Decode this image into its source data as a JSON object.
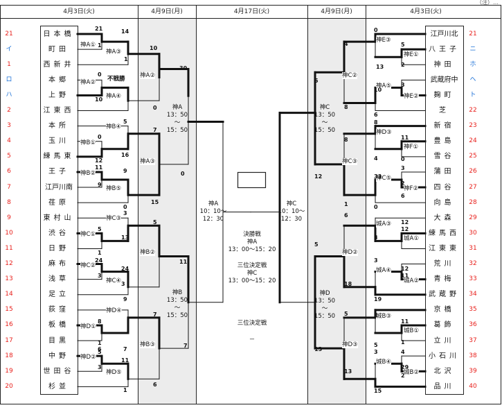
{
  "top_note": "（注）…",
  "headers": {
    "left_r1": "4月3日(火)",
    "left_r2": "4月9日(月)",
    "center": "4月17日(火)",
    "right_r2": "4月9日(月)",
    "right_r1": "4月3日(火)"
  },
  "left_teams": [
    {
      "seed": "21",
      "name": "日本橋"
    },
    {
      "seed": "イ",
      "name": "町田"
    },
    {
      "seed": "1",
      "name": "西新井"
    },
    {
      "seed": "ロ",
      "name": "本郷"
    },
    {
      "seed": "ハ",
      "name": "上野"
    },
    {
      "seed": "2",
      "name": "江東西"
    },
    {
      "seed": "3",
      "name": "本所"
    },
    {
      "seed": "4",
      "name": "玉川"
    },
    {
      "seed": "5",
      "name": "練馬東"
    },
    {
      "seed": "6",
      "name": "王子"
    },
    {
      "seed": "7",
      "name": "江戸川南"
    },
    {
      "seed": "8",
      "name": "荏原"
    },
    {
      "seed": "9",
      "name": "東村山"
    },
    {
      "seed": "10",
      "name": "渋谷"
    },
    {
      "seed": "11",
      "name": "日野"
    },
    {
      "seed": "12",
      "name": "麻布"
    },
    {
      "seed": "13",
      "name": "浅草"
    },
    {
      "seed": "14",
      "name": "足立"
    },
    {
      "seed": "15",
      "name": "荻窪"
    },
    {
      "seed": "16",
      "name": "板橋"
    },
    {
      "seed": "17",
      "name": "目黒"
    },
    {
      "seed": "18",
      "name": "中野"
    },
    {
      "seed": "19",
      "name": "世田谷"
    },
    {
      "seed": "20",
      "name": "杉並"
    }
  ],
  "right_teams": [
    {
      "seed": "21",
      "name": "江戸川北"
    },
    {
      "seed": "ニ",
      "name": "八王子"
    },
    {
      "seed": "ホ",
      "name": "神田"
    },
    {
      "seed": "ヘ",
      "name": "武蔵府中"
    },
    {
      "seed": "ト",
      "name": "麹町"
    },
    {
      "seed": "22",
      "name": "芝"
    },
    {
      "seed": "23",
      "name": "新宿"
    },
    {
      "seed": "24",
      "name": "豊島"
    },
    {
      "seed": "25",
      "name": "雪谷"
    },
    {
      "seed": "26",
      "name": "蒲田"
    },
    {
      "seed": "27",
      "name": "四谷"
    },
    {
      "seed": "28",
      "name": "向島"
    },
    {
      "seed": "29",
      "name": "大森"
    },
    {
      "seed": "30",
      "name": "練馬西"
    },
    {
      "seed": "31",
      "name": "江東東"
    },
    {
      "seed": "32",
      "name": "荒川"
    },
    {
      "seed": "33",
      "name": "青梅"
    },
    {
      "seed": "34",
      "name": "武蔵野"
    },
    {
      "seed": "35",
      "name": "京橋"
    },
    {
      "seed": "36",
      "name": "葛飾"
    },
    {
      "seed": "37",
      "name": "立川"
    },
    {
      "seed": "38",
      "name": "小石川"
    },
    {
      "seed": "39",
      "name": "北沢"
    },
    {
      "seed": "40",
      "name": "品川"
    }
  ],
  "match_labels": {
    "kA1": "神A①",
    "kA3": "神A③",
    "kA2": "神A②",
    "kA4": "神A④",
    "kB4": "神B④",
    "kB1": "神B①",
    "kB2": "神B②",
    "kB5": "神B⑤",
    "kC3": "神C③",
    "kC1": "神C①",
    "kC2": "神C②",
    "kC4": "神C④",
    "kD4": "神D④",
    "kD1": "神D①",
    "kD2": "神D②",
    "kD5": "神D⑤",
    "rA2": "神A②",
    "rA3": "神A③",
    "rB2": "神B②",
    "rB3": "神B③",
    "kE3": "神E③",
    "kE1": "神E①",
    "kA5": "神A⑤",
    "kE2": "神E②",
    "kD3": "神D③",
    "kF1": "神F①",
    "kC5": "神C⑤",
    "kF2": "神F②",
    "jA3": "城A③",
    "jA1": "城A①",
    "jA4": "城A④",
    "jA2": "城A②",
    "jB3": "城B③",
    "jB1": "城B①",
    "jB4": "城B④",
    "jB2": "城B②",
    "rC2": "神C②",
    "rC3": "神C③",
    "rD2": "神D②",
    "rD3": "神D③"
  },
  "walkover": "不戦勝",
  "scores": {
    "a1": "21",
    "a2": "1",
    "a3": "14",
    "a4": "1",
    "a5": "0",
    "a6": "10",
    "a7": "10",
    "a8": "30",
    "a9": "0",
    "b1": "5",
    "b2": "0",
    "b3": "12",
    "b4": "7",
    "b5": "16",
    "b6": "11",
    "b7": "9",
    "b8": "9",
    "b9": "0",
    "b10": "15",
    "b11": "0",
    "c1": "3",
    "c2": "5",
    "c3": "1",
    "c4": "5",
    "c5": "13",
    "c6": "24",
    "c7": "3",
    "c8": "24",
    "c9": "11",
    "c10": "3",
    "d1": "9",
    "d2": "8",
    "d3": "1",
    "d4": "7",
    "d5": "6",
    "d6": "5",
    "d7": "3",
    "d8": "11",
    "d9": "1",
    "d10": "7",
    "d11": "7",
    "d12": "6",
    "e1": "0",
    "e2": "5",
    "e3": "13",
    "e4": "2",
    "e5": "4",
    "e6": "10",
    "e7": "8",
    "e8": "3",
    "e9": "6",
    "e10": "5",
    "f1": "8",
    "f2": "11",
    "f3": "4",
    "f4": "0",
    "f5": "33",
    "f6": "3",
    "f7": "2",
    "f8": "6",
    "f9": "0",
    "f10": "8",
    "f11": "12",
    "f12": "1",
    "g1": "6",
    "g2": "12",
    "g3": "12",
    "g4": "5",
    "g5": "3",
    "g6": "3",
    "g7": "12",
    "g8": "11",
    "g9": "18",
    "g10": "19",
    "h1": "5",
    "h2": "8",
    "h3": "11",
    "h4": "13",
    "h5": "1",
    "h6": "4",
    "h7": "3",
    "h8": "29",
    "h9": "2",
    "h10": "15",
    "h11": "13",
    "h12": "5"
  },
  "semis": {
    "left_top": [
      "神A",
      "13：50",
      "～",
      "15：50"
    ],
    "left_bottom": [
      "神B",
      "13：50",
      "～",
      "15：50"
    ],
    "right_top": [
      "神C",
      "13：50",
      "～",
      "15：50"
    ],
    "right_bottom": [
      "神D",
      "13：50",
      "～",
      "15：50"
    ]
  },
  "center": {
    "left": [
      "神A",
      "10：10～",
      "12：30"
    ],
    "right": [
      "神C",
      "10：10～",
      "12：30"
    ],
    "final": [
      "決勝戦",
      "神A",
      "13：00～15：20"
    ],
    "third1": [
      "三位決定戦",
      "神C",
      "13：00～15：20"
    ],
    "third2": [
      "三位決定戦",
      "－"
    ]
  }
}
